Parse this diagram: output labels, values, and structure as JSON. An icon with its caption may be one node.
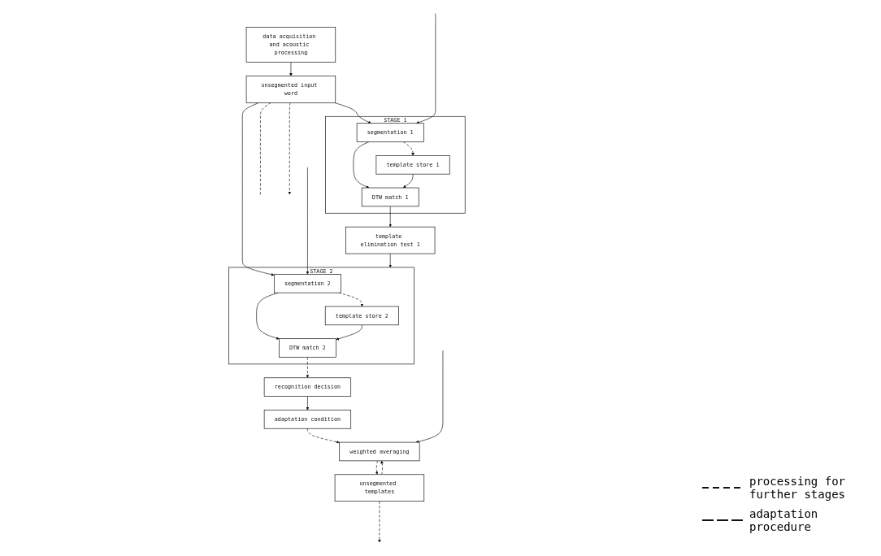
{
  "diagram": {
    "nodes": [
      {
        "text": [
          "data acquisition and acoustic processing"
        ]
      },
      {
        "text": [
          "unsegmented input word"
        ]
      },
      {
        "text": [
          "template elimination test 1"
        ]
      },
      {
        "text": [
          "recognition decision"
        ]
      },
      {
        "text": [
          "STAGE 1"
        ]
      },
      {
        "text": [
          "segmentation 1"
        ],
        "in": 4
      },
      {
        "text": [
          "DTW match 1"
        ],
        "in": 4
      },
      {
        "text": [
          "template store 1"
        ],
        "in": 4
      },
      {
        "text": [
          "STAGE 2"
        ]
      },
      {
        "text": [
          "segmentation 2"
        ],
        "in": 8
      },
      {
        "text": [
          "DTW match 2"
        ],
        "in": 8
      },
      {
        "text": [
          "template store 2"
        ],
        "in": 8
      },
      {
        "text": [
          "adaptation condition"
        ]
      },
      {
        "text": [
          "weighted averaging"
        ]
      },
      {
        "text": [
          "unsegmented templates"
        ]
      }
    ],
    "edges": [
      {
        "from": 0,
        "to": 1,
        "arrow": "to"
      },
      {
        "from": 1,
        "to": 5,
        "arrow": "to"
      },
      {
        "from": 1,
        "to": 9,
        "arrow": "to"
      },
      {
        "from": 1,
        "to": null,
        "arrow": "none",
        "style": "dashed"
      },
      {
        "from": 1,
        "to": null,
        "arrow": "to",
        "style": "dashed"
      },
      {
        "from": null,
        "to": 5,
        "arrow": "to"
      },
      {
        "from": 5,
        "to": 6,
        "arrow": "to"
      },
      {
        "from": 7,
        "to": 6,
        "arrow": "to"
      },
      {
        "from": 5,
        "to": 7,
        "arrow": "to",
        "style": "dashed"
      },
      {
        "from": 6,
        "to": 2,
        "arrow": "to"
      },
      {
        "from": 2,
        "to": 8,
        "arrow": "to"
      },
      {
        "from": null,
        "to": 9,
        "arrow": "to"
      },
      {
        "from": 9,
        "to": 10,
        "arrow": "to"
      },
      {
        "from": 11,
        "to": 10,
        "arrow": "to"
      },
      {
        "from": 9,
        "to": 11,
        "arrow": "to",
        "style": "dashed"
      },
      {
        "from": 10,
        "to": 3,
        "arrow": "to",
        "style": "dashed"
      },
      {
        "from": 3,
        "to": 12,
        "arrow": "to"
      },
      {
        "from": 12,
        "to": 13,
        "arrow": "to",
        "style": "dashed"
      },
      {
        "from": 14,
        "to": 13,
        "arrow": "to",
        "style": "dashed"
      },
      {
        "from": null,
        "to": 13,
        "arrow": "to"
      },
      {
        "from": 13,
        "to": 14,
        "arrow": "to",
        "style": "dashed"
      },
      {
        "from": 14,
        "to": null,
        "arrow": "to",
        "style": "dashed"
      }
    ],
    "legend": [
      {
        "text": "processing for further stages"
      },
      {
        "text": "adaptation procedure"
      }
    ]
  }
}
